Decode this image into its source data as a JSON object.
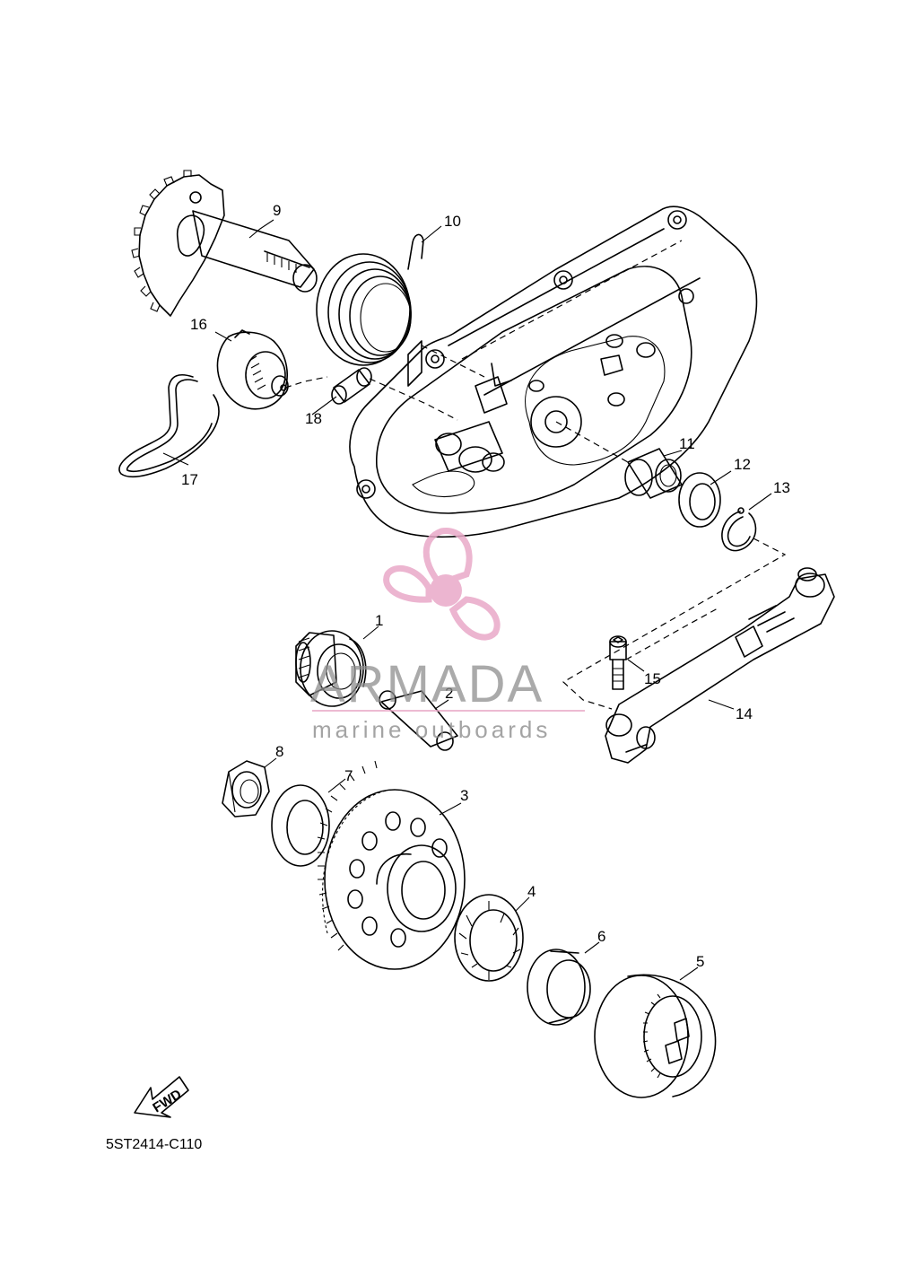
{
  "diagram_code": "5ST2414-C110",
  "direction_label": "FWD",
  "watermark": {
    "title": "ARMADA",
    "subtitle": "marine outboards",
    "color": "#e9a9c8",
    "text_color": "#8e8e8e"
  },
  "callouts": {
    "p1": "1",
    "p2": "2",
    "p3": "3",
    "p4": "4",
    "p5": "5",
    "p6": "6",
    "p7": "7",
    "p8": "8",
    "p9": "9",
    "p10": "10",
    "p11": "11",
    "p12": "12",
    "p13": "13",
    "p14": "14",
    "p15": "15",
    "p16": "16",
    "p17": "17",
    "p18": "18"
  }
}
